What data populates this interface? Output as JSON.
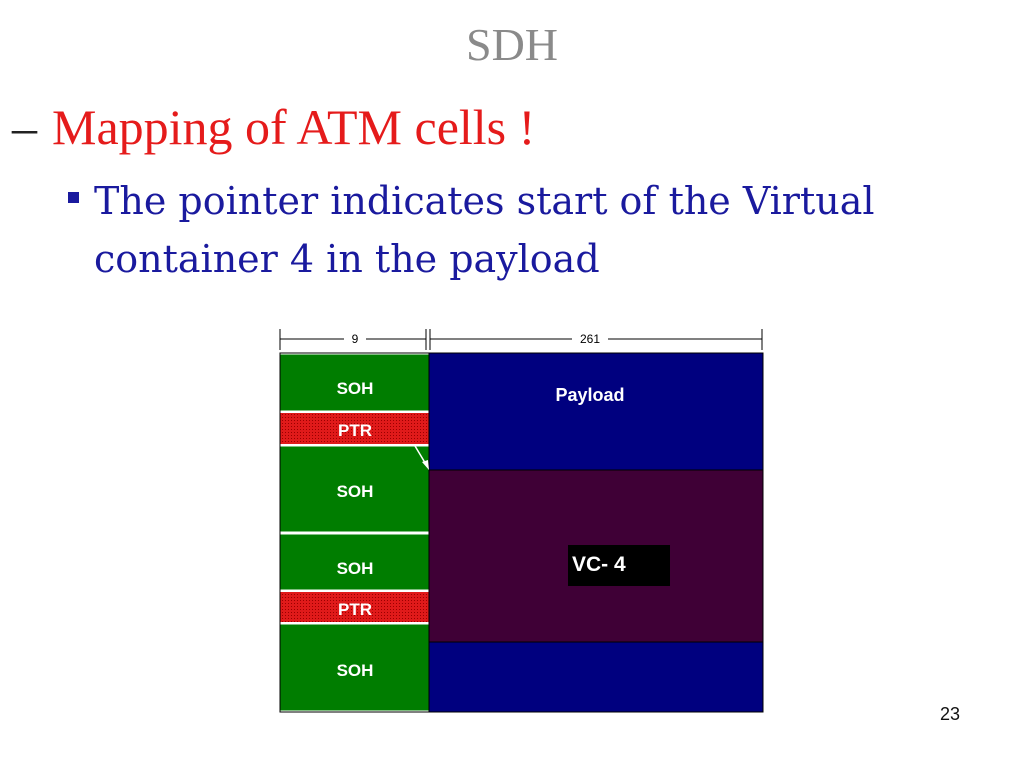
{
  "slide": {
    "title": "SDH",
    "heading_dash": "–",
    "heading": "Mapping of ATM cells !",
    "bullet": "The pointer indicates start of the Virtual container 4 in the payload",
    "slide_number": "23"
  },
  "diagram": {
    "dimension_left": "9",
    "dimension_right": "261",
    "soh_1": "SOH",
    "ptr_1": "PTR",
    "soh_2": "SOH",
    "soh_3": "SOH",
    "ptr_2": "PTR",
    "soh_4": "SOH",
    "payload": "Payload",
    "vc4": "VC- 4",
    "colors": {
      "soh": "#007d00",
      "ptr": "#e01a1a",
      "payload": "#00007f",
      "vc4": "#3f0036"
    }
  }
}
